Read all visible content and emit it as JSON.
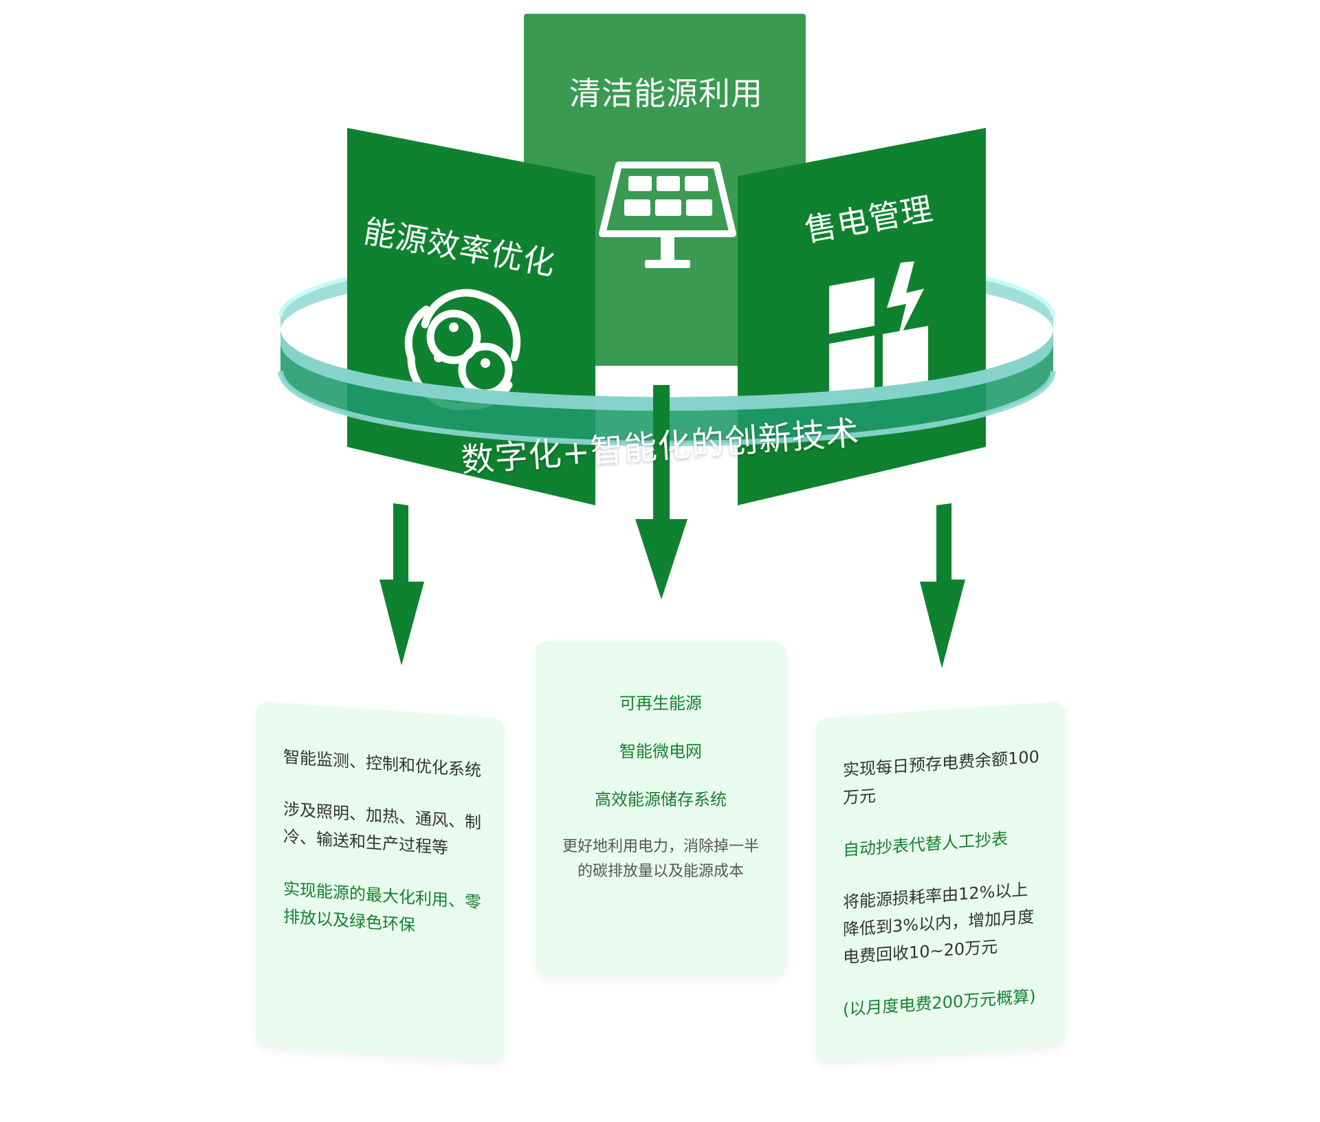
{
  "colors": {
    "panel_green": "#0f8230",
    "panel_light_green": "#3a9a52",
    "ring_teal": "#8fd8d4",
    "ring_band": "#1f9a6a",
    "arrow_green": "#0f8230",
    "card_bg": "#e9fbef",
    "highlight_text": "#15812c"
  },
  "panels": {
    "left": {
      "title": "能源效率优化",
      "icon": "tri-swirl-icon"
    },
    "center": {
      "title": "清洁能源利用",
      "icon": "solar-panel-icon"
    },
    "right": {
      "title": "售电管理",
      "icon": "grid-lightning-icon"
    }
  },
  "ring_label": "数字化+智能化的创新技术",
  "cards": {
    "left": {
      "line1": "智能监测、控制和优化系统",
      "line2": "涉及照明、加热、通风、制冷、输送和生产过程等",
      "line3": "实现能源的最大化利用、零排放以及绿色环保"
    },
    "center": {
      "item1": "可再生能源",
      "item2": "智能微电网",
      "item3": "高效能源储存系统",
      "desc": "更好地利用电力，消除掉一半的碳排放量以及能源成本"
    },
    "right": {
      "line1": "实现每日预存电费余额100万元",
      "line2": "自动抄表代替人工抄表",
      "line3": "将能源损耗率由12%以上降低到3%以内，增加月度电费回收10~20万元",
      "line4": "(以月度电费200万元概算)"
    }
  }
}
